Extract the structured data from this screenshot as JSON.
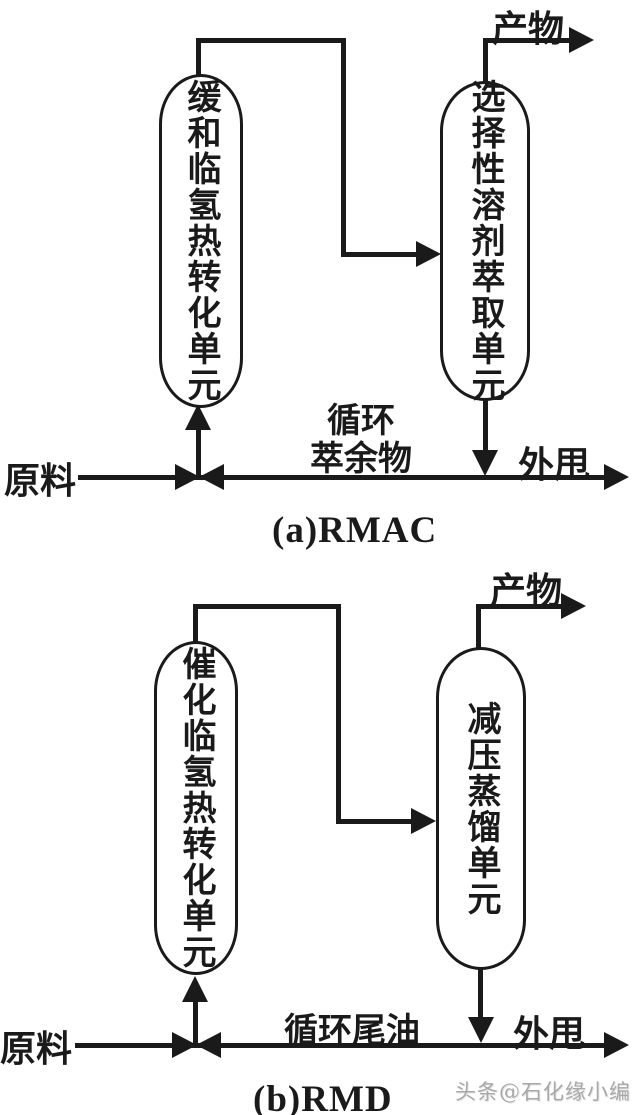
{
  "colors": {
    "line": "#1a1a1a",
    "background": "#ffffff",
    "watermark": "#a8a8a8"
  },
  "diagram_a": {
    "caption": "(a)RMAC",
    "left_vessel_label": "缓和临氢热转化单元",
    "right_vessel_label": "选择性溶剂萃取单元",
    "product_label": "产物",
    "feed_label": "原料",
    "recycle_label_line1": "循环",
    "recycle_label_line2": "萃余物",
    "purge_label": "外甩"
  },
  "diagram_b": {
    "caption": "(b)RMD",
    "left_vessel_label": "催化临氢热转化单元",
    "right_vessel_label": "减压蒸馏单元",
    "product_label": "产物",
    "feed_label": "原料",
    "recycle_label": "循环尾油",
    "purge_label": "外甩"
  },
  "watermark": "头条@石化缘小编"
}
